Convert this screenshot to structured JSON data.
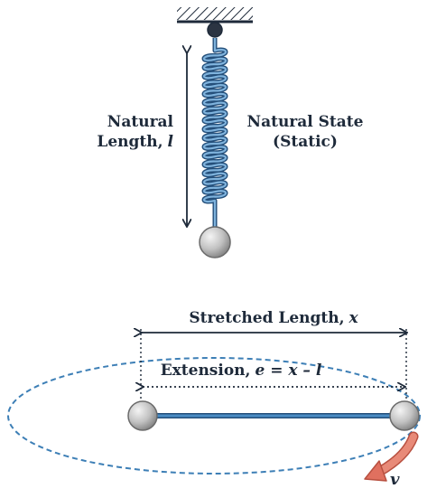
{
  "top": {
    "natural_length_line1": "Natural",
    "natural_length_line2": "Length,",
    "natural_length_symbol": "l",
    "natural_state_line1": "Natural State",
    "natural_state_line2": "(Static)"
  },
  "bottom": {
    "stretched_length_text": "Stretched Length,",
    "stretched_length_symbol": "x",
    "extension_text": "Extension,",
    "extension_formula": "e = x – l",
    "velocity_symbol": "v"
  },
  "colors": {
    "spring": "#3f7fb5",
    "spring_dark": "#244f7a",
    "ball_light": "#e4e4e4",
    "ball_dark": "#8c8c8c",
    "text": "#1e2a3a",
    "orbit": "#3d7fb6",
    "arrow": "#e0705f"
  }
}
